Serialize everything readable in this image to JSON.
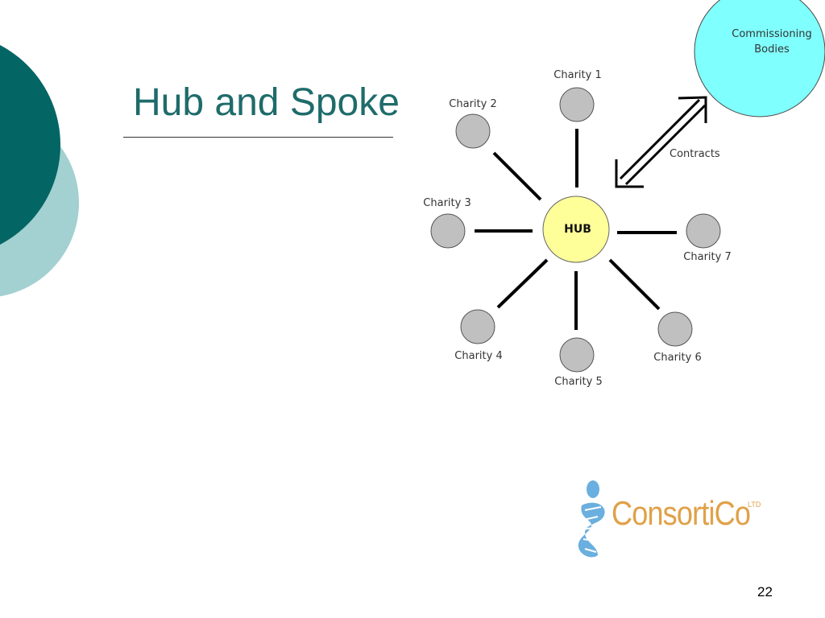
{
  "slide": {
    "title": "Hub and Spoke",
    "page_number": "22"
  },
  "diagram": {
    "hub": {
      "label": "HUB"
    },
    "commissioning": {
      "label_line1": "Commissioning",
      "label_line2": "Bodies"
    },
    "arrow_label": "Contracts",
    "charities": [
      {
        "label": "Charity 1"
      },
      {
        "label": "Charity 2"
      },
      {
        "label": "Charity 3"
      },
      {
        "label": "Charity 4"
      },
      {
        "label": "Charity 5"
      },
      {
        "label": "Charity 6"
      },
      {
        "label": "Charity 7"
      }
    ]
  },
  "logo": {
    "name": "ConsortiCo",
    "suffix": "LTD"
  },
  "colors": {
    "title": "#1f6b6b",
    "deco_dark": "#036564",
    "deco_light": "#a3d0d0",
    "hub_fill": "#ffff99",
    "commissioning_fill": "#80ffff",
    "charity_fill": "#c0c0c0",
    "logo_orange": "#e0a148",
    "logo_blue": "#6aafdf"
  }
}
